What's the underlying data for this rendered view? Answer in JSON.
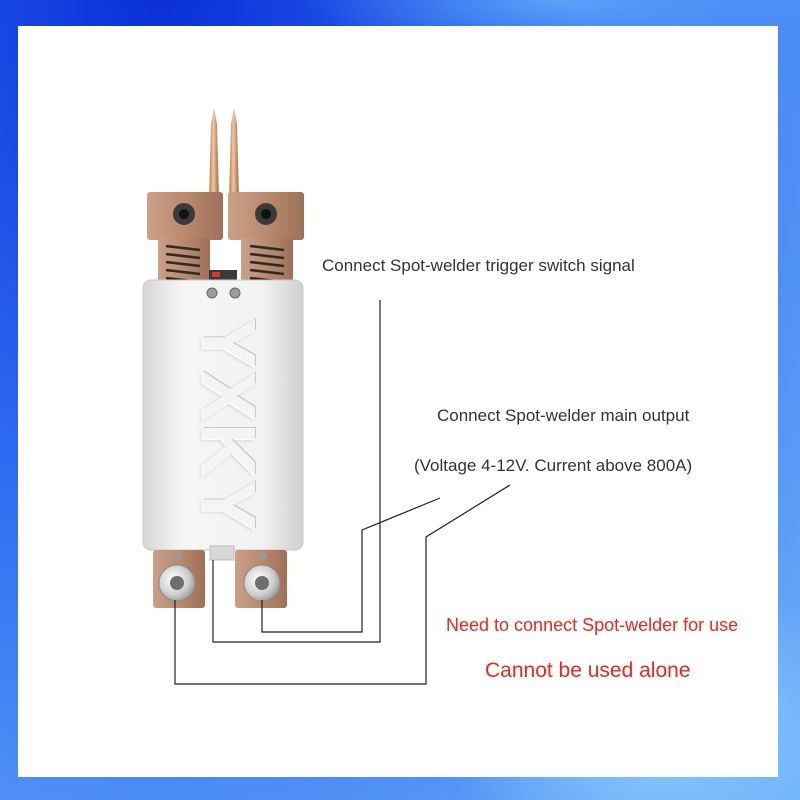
{
  "brand": {
    "logo_text": "YXKY"
  },
  "labels": {
    "trigger": "Connect Spot-welder trigger switch signal",
    "main_output": "Connect Spot-welder main output",
    "spec": "(Voltage 4-12V. Current above 800A)",
    "need_welder": "Need to connect Spot-welder for use",
    "cannot_alone": "Cannot be used alone"
  },
  "colors": {
    "text": "#333333",
    "warning": "#e8281e",
    "copper": "#b5886c",
    "body": "#ececec",
    "line": "#222222"
  }
}
